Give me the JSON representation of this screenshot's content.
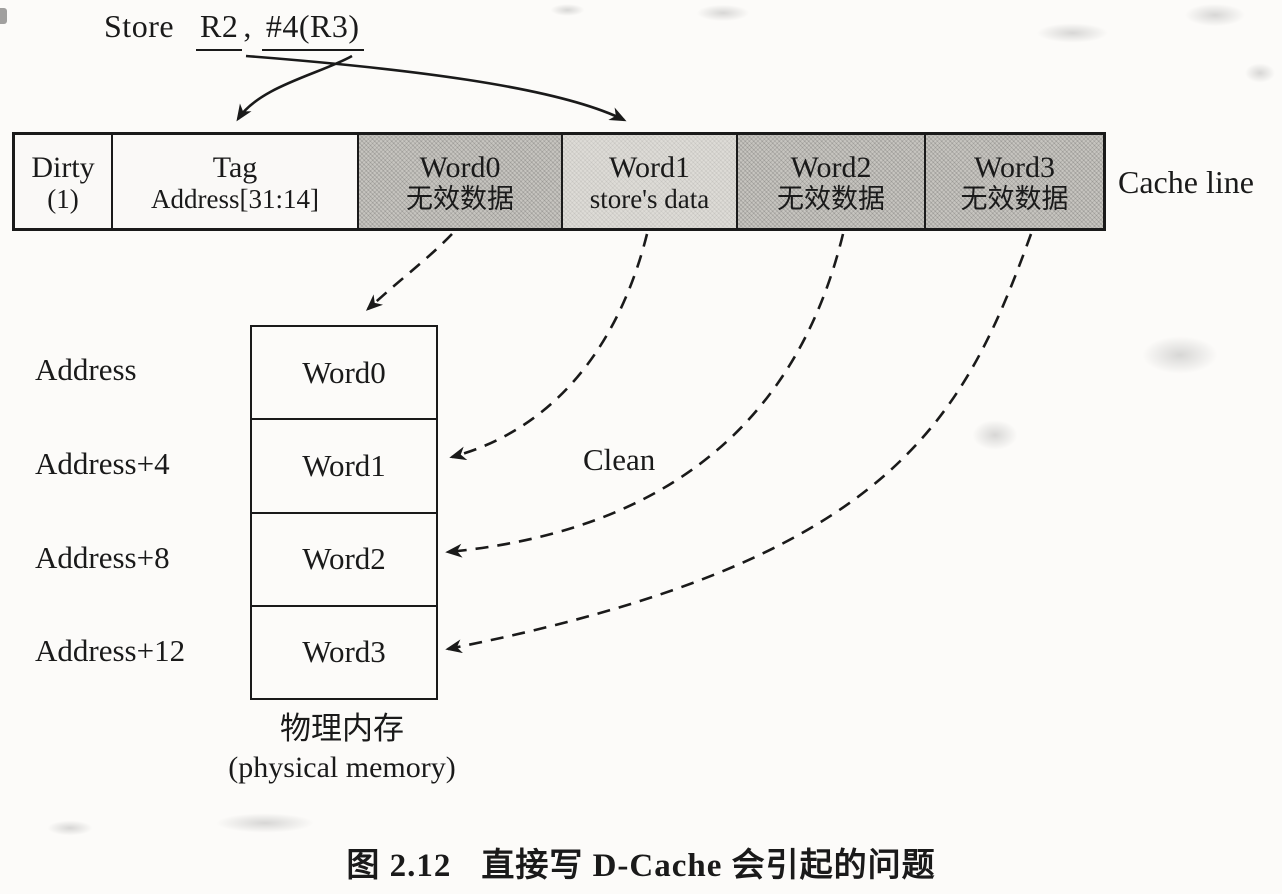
{
  "instruction": {
    "opcode": "Store",
    "operand1": "R2",
    "separator": ",",
    "operand2": "#4(R3)"
  },
  "cache_line": {
    "label": "Cache line",
    "cells": [
      {
        "line1": "Dirty",
        "line2": "(1)",
        "style": "plain"
      },
      {
        "line1": "Tag",
        "line2": "Address[31:14]",
        "style": "plain"
      },
      {
        "line1": "Word0",
        "line2": "无效数据",
        "style": "shaded-dark"
      },
      {
        "line1": "Word1",
        "line2": "store's data",
        "style": "shaded-light"
      },
      {
        "line1": "Word2",
        "line2": "无效数据",
        "style": "shaded-dark"
      },
      {
        "line1": "Word3",
        "line2": "无效数据",
        "style": "shaded-dark"
      }
    ]
  },
  "memory": {
    "rows": [
      {
        "address": "Address",
        "word": "Word0"
      },
      {
        "address": "Address+4",
        "word": "Word1"
      },
      {
        "address": "Address+8",
        "word": "Word2"
      },
      {
        "address": "Address+12",
        "word": "Word3"
      }
    ],
    "caption_cn": "物理内存",
    "caption_en": "(physical memory)"
  },
  "annotations": {
    "clean_label": "Clean"
  },
  "figure_caption": {
    "number": "图 2.12",
    "title": "直接写 D-Cache 会引起的问题"
  },
  "colors": {
    "ink": "#1a1a1a",
    "invalid_cell_fill": "#c7c5c0",
    "store_cell_fill": "#dedcd7",
    "paper": "#fcfbf9"
  }
}
